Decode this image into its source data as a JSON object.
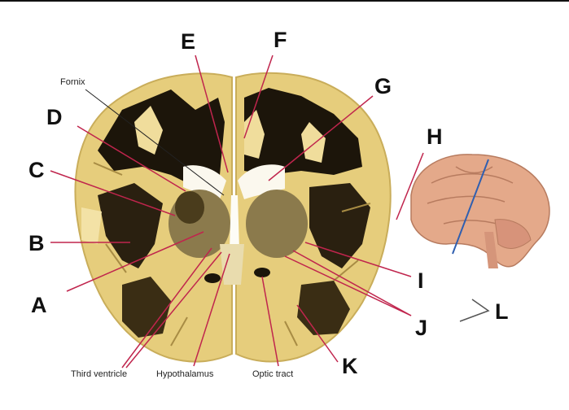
{
  "letters": {
    "a": "A",
    "b": "B",
    "c": "C",
    "d": "D",
    "e": "E",
    "f": "F",
    "g": "G",
    "h": "H",
    "i": "I",
    "j": "J",
    "k": "K",
    "l": "L"
  },
  "structure_labels": {
    "fornix": "Fornix",
    "third_ventricle": "Third ventricle",
    "hypothalamus": "Hypothalamus",
    "optic_tract": "Optic tract"
  },
  "colors": {
    "pointer_line": "#c0254d",
    "tissue_light": "#e8cf80",
    "tissue_dark": "#1a140a",
    "brain_3d": "#e3a989",
    "cut_line": "#2f5fb0"
  }
}
